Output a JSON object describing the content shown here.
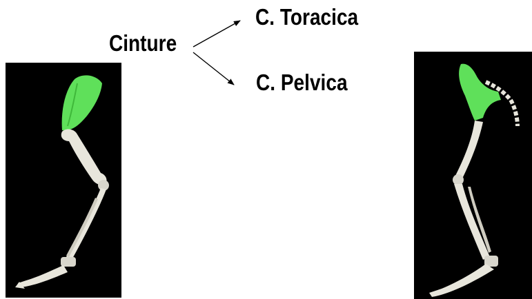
{
  "labels": {
    "main": "Cinture",
    "thoracic": "C. Toracica",
    "pelvic": "C. Pelvica"
  },
  "colors": {
    "background": "#ffffff",
    "text": "#000000",
    "panel": "#000000",
    "girdle": "#5fe05a",
    "bone": "#e8e6dc"
  }
}
